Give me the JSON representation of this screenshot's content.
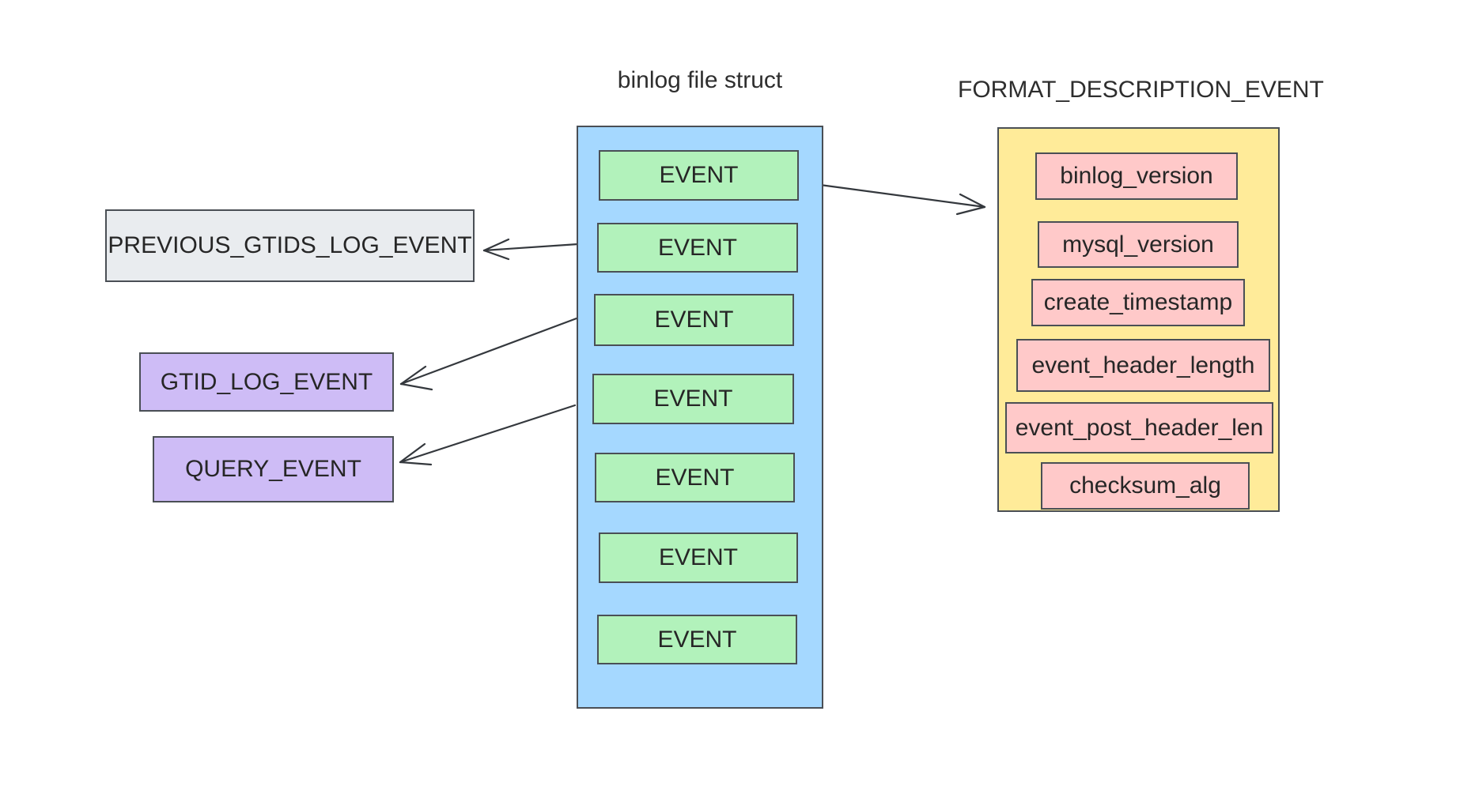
{
  "diagram": {
    "kind": "binlog-file-structure-diagram",
    "background": "#ffffff"
  },
  "colors": {
    "binlog_container_fill": "#a5d8ff",
    "event_box_fill": "#b2f2bb",
    "format_container_fill": "#ffeb99",
    "field_box_fill": "#ffc9c9",
    "event_type_purple_fill": "#cebcf6",
    "event_type_gray_fill": "#e9ecef",
    "stroke": "#4a4f55",
    "arrow": "#34383d",
    "text": "#262626"
  },
  "binlog": {
    "title": "binlog file struct",
    "events": [
      "EVENT",
      "EVENT",
      "EVENT",
      "EVENT",
      "EVENT",
      "EVENT",
      "EVENT"
    ]
  },
  "format": {
    "title": "FORMAT_DESCRIPTION_EVENT",
    "fields": [
      "binlog_version",
      "mysql_version",
      "create_timestamp",
      "event_header_length",
      "event_post_header_len",
      "checksum_alg"
    ]
  },
  "event_types": {
    "previous_gtids": "PREVIOUS_GTIDS_LOG_EVENT",
    "gtid_log": "GTID_LOG_EVENT",
    "query": "QUERY_EVENT"
  }
}
